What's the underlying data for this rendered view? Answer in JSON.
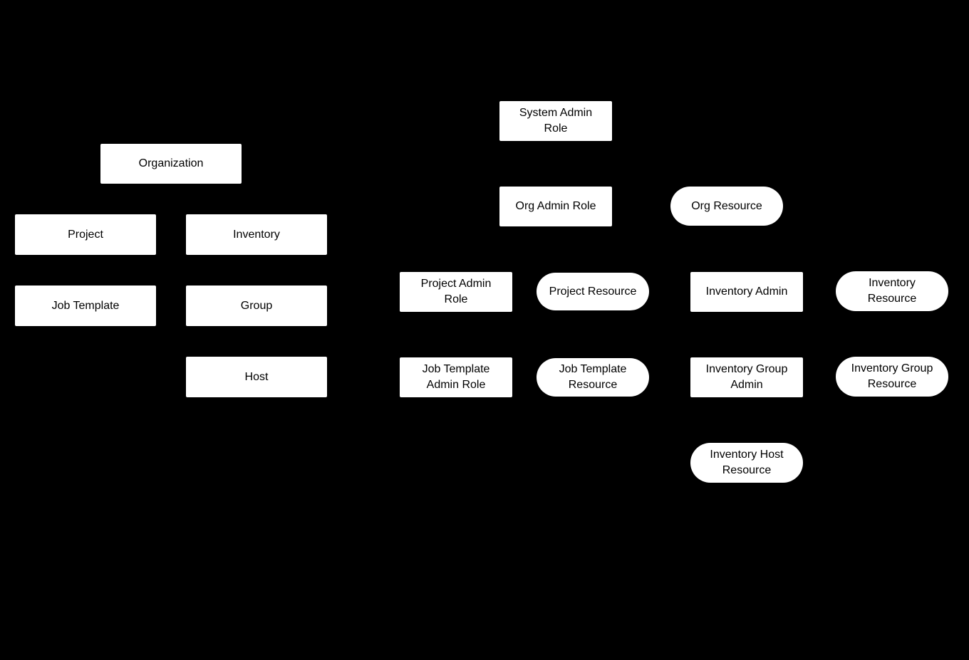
{
  "diagram": {
    "colors": {
      "background": "#000000",
      "node_fill": "#ffffff",
      "node_text": "#000000"
    },
    "nodes": [
      {
        "label": "Organization",
        "shape": "rectangle"
      },
      {
        "label": "Project",
        "shape": "rectangle"
      },
      {
        "label": "Inventory",
        "shape": "rectangle"
      },
      {
        "label": "Job Template",
        "shape": "rectangle"
      },
      {
        "label": "Group",
        "shape": "rectangle"
      },
      {
        "label": "Host",
        "shape": "rectangle"
      },
      {
        "label": "System Admin\nRole",
        "shape": "rectangle"
      },
      {
        "label": "Org Admin Role",
        "shape": "rectangle"
      },
      {
        "label": "Org Resource",
        "shape": "pill"
      },
      {
        "label": "Project Admin\nRole",
        "shape": "rectangle"
      },
      {
        "label": "Project Resource",
        "shape": "pill"
      },
      {
        "label": "Inventory Admin",
        "shape": "rectangle"
      },
      {
        "label": "Inventory\nResource",
        "shape": "pill"
      },
      {
        "label": "Job Template\nAdmin Role",
        "shape": "rectangle"
      },
      {
        "label": "Job Template\nResource",
        "shape": "pill"
      },
      {
        "label": "Inventory Group\nAdmin",
        "shape": "rectangle"
      },
      {
        "label": "Inventory Group\nResource",
        "shape": "pill"
      },
      {
        "label": "Inventory Host\nResource",
        "shape": "pill"
      }
    ]
  }
}
